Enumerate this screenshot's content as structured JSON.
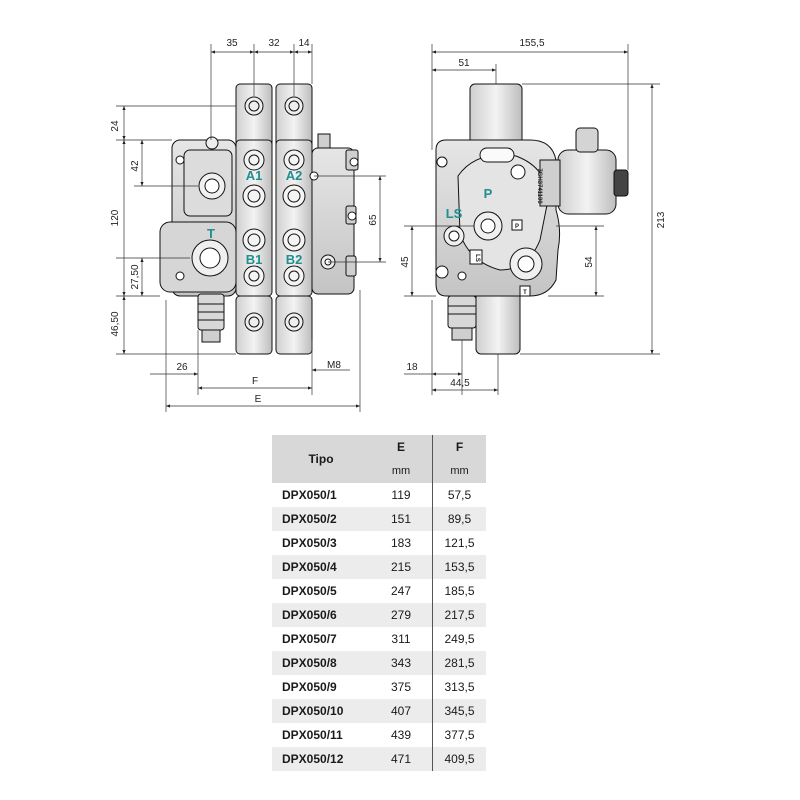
{
  "front_view": {
    "dims": {
      "d35": "35",
      "d32": "32",
      "d14": "14",
      "d24": "24",
      "d42": "42",
      "d120": "120",
      "d27_50": "27,50",
      "d46_50": "46,50",
      "d65": "65",
      "d26": "26",
      "dM8": "M8",
      "dF": "F",
      "dE": "E"
    },
    "ports": {
      "A1": "A1",
      "A2": "A2",
      "B1": "B1",
      "B2": "B2",
      "T": "T"
    }
  },
  "side_view": {
    "dims": {
      "d155_5": "155,5",
      "d51": "51",
      "d213": "213",
      "d45": "45",
      "d54": "54",
      "d18": "18",
      "d44_5": "44,5"
    },
    "ports": {
      "P": "P",
      "LS": "LS"
    },
    "marks": {
      "code": "7GH3741100",
      "p_mark": "P",
      "ls_mark": "LS",
      "t_mark": "T"
    }
  },
  "table": {
    "header": {
      "tipo": "Tipo",
      "e": "E",
      "f": "F",
      "unit_e": "mm",
      "unit_f": "mm"
    },
    "rows": [
      {
        "tipo": "DPX050/1",
        "e": "119",
        "f": "57,5"
      },
      {
        "tipo": "DPX050/2",
        "e": "151",
        "f": "89,5"
      },
      {
        "tipo": "DPX050/3",
        "e": "183",
        "f": "121,5"
      },
      {
        "tipo": "DPX050/4",
        "e": "215",
        "f": "153,5"
      },
      {
        "tipo": "DPX050/5",
        "e": "247",
        "f": "185,5"
      },
      {
        "tipo": "DPX050/6",
        "e": "279",
        "f": "217,5"
      },
      {
        "tipo": "DPX050/7",
        "e": "311",
        "f": "249,5"
      },
      {
        "tipo": "DPX050/8",
        "e": "343",
        "f": "281,5"
      },
      {
        "tipo": "DPX050/9",
        "e": "375",
        "f": "313,5"
      },
      {
        "tipo": "DPX050/10",
        "e": "407",
        "f": "345,5"
      },
      {
        "tipo": "DPX050/11",
        "e": "439",
        "f": "377,5"
      },
      {
        "tipo": "DPX050/12",
        "e": "471",
        "f": "409,5"
      }
    ]
  }
}
